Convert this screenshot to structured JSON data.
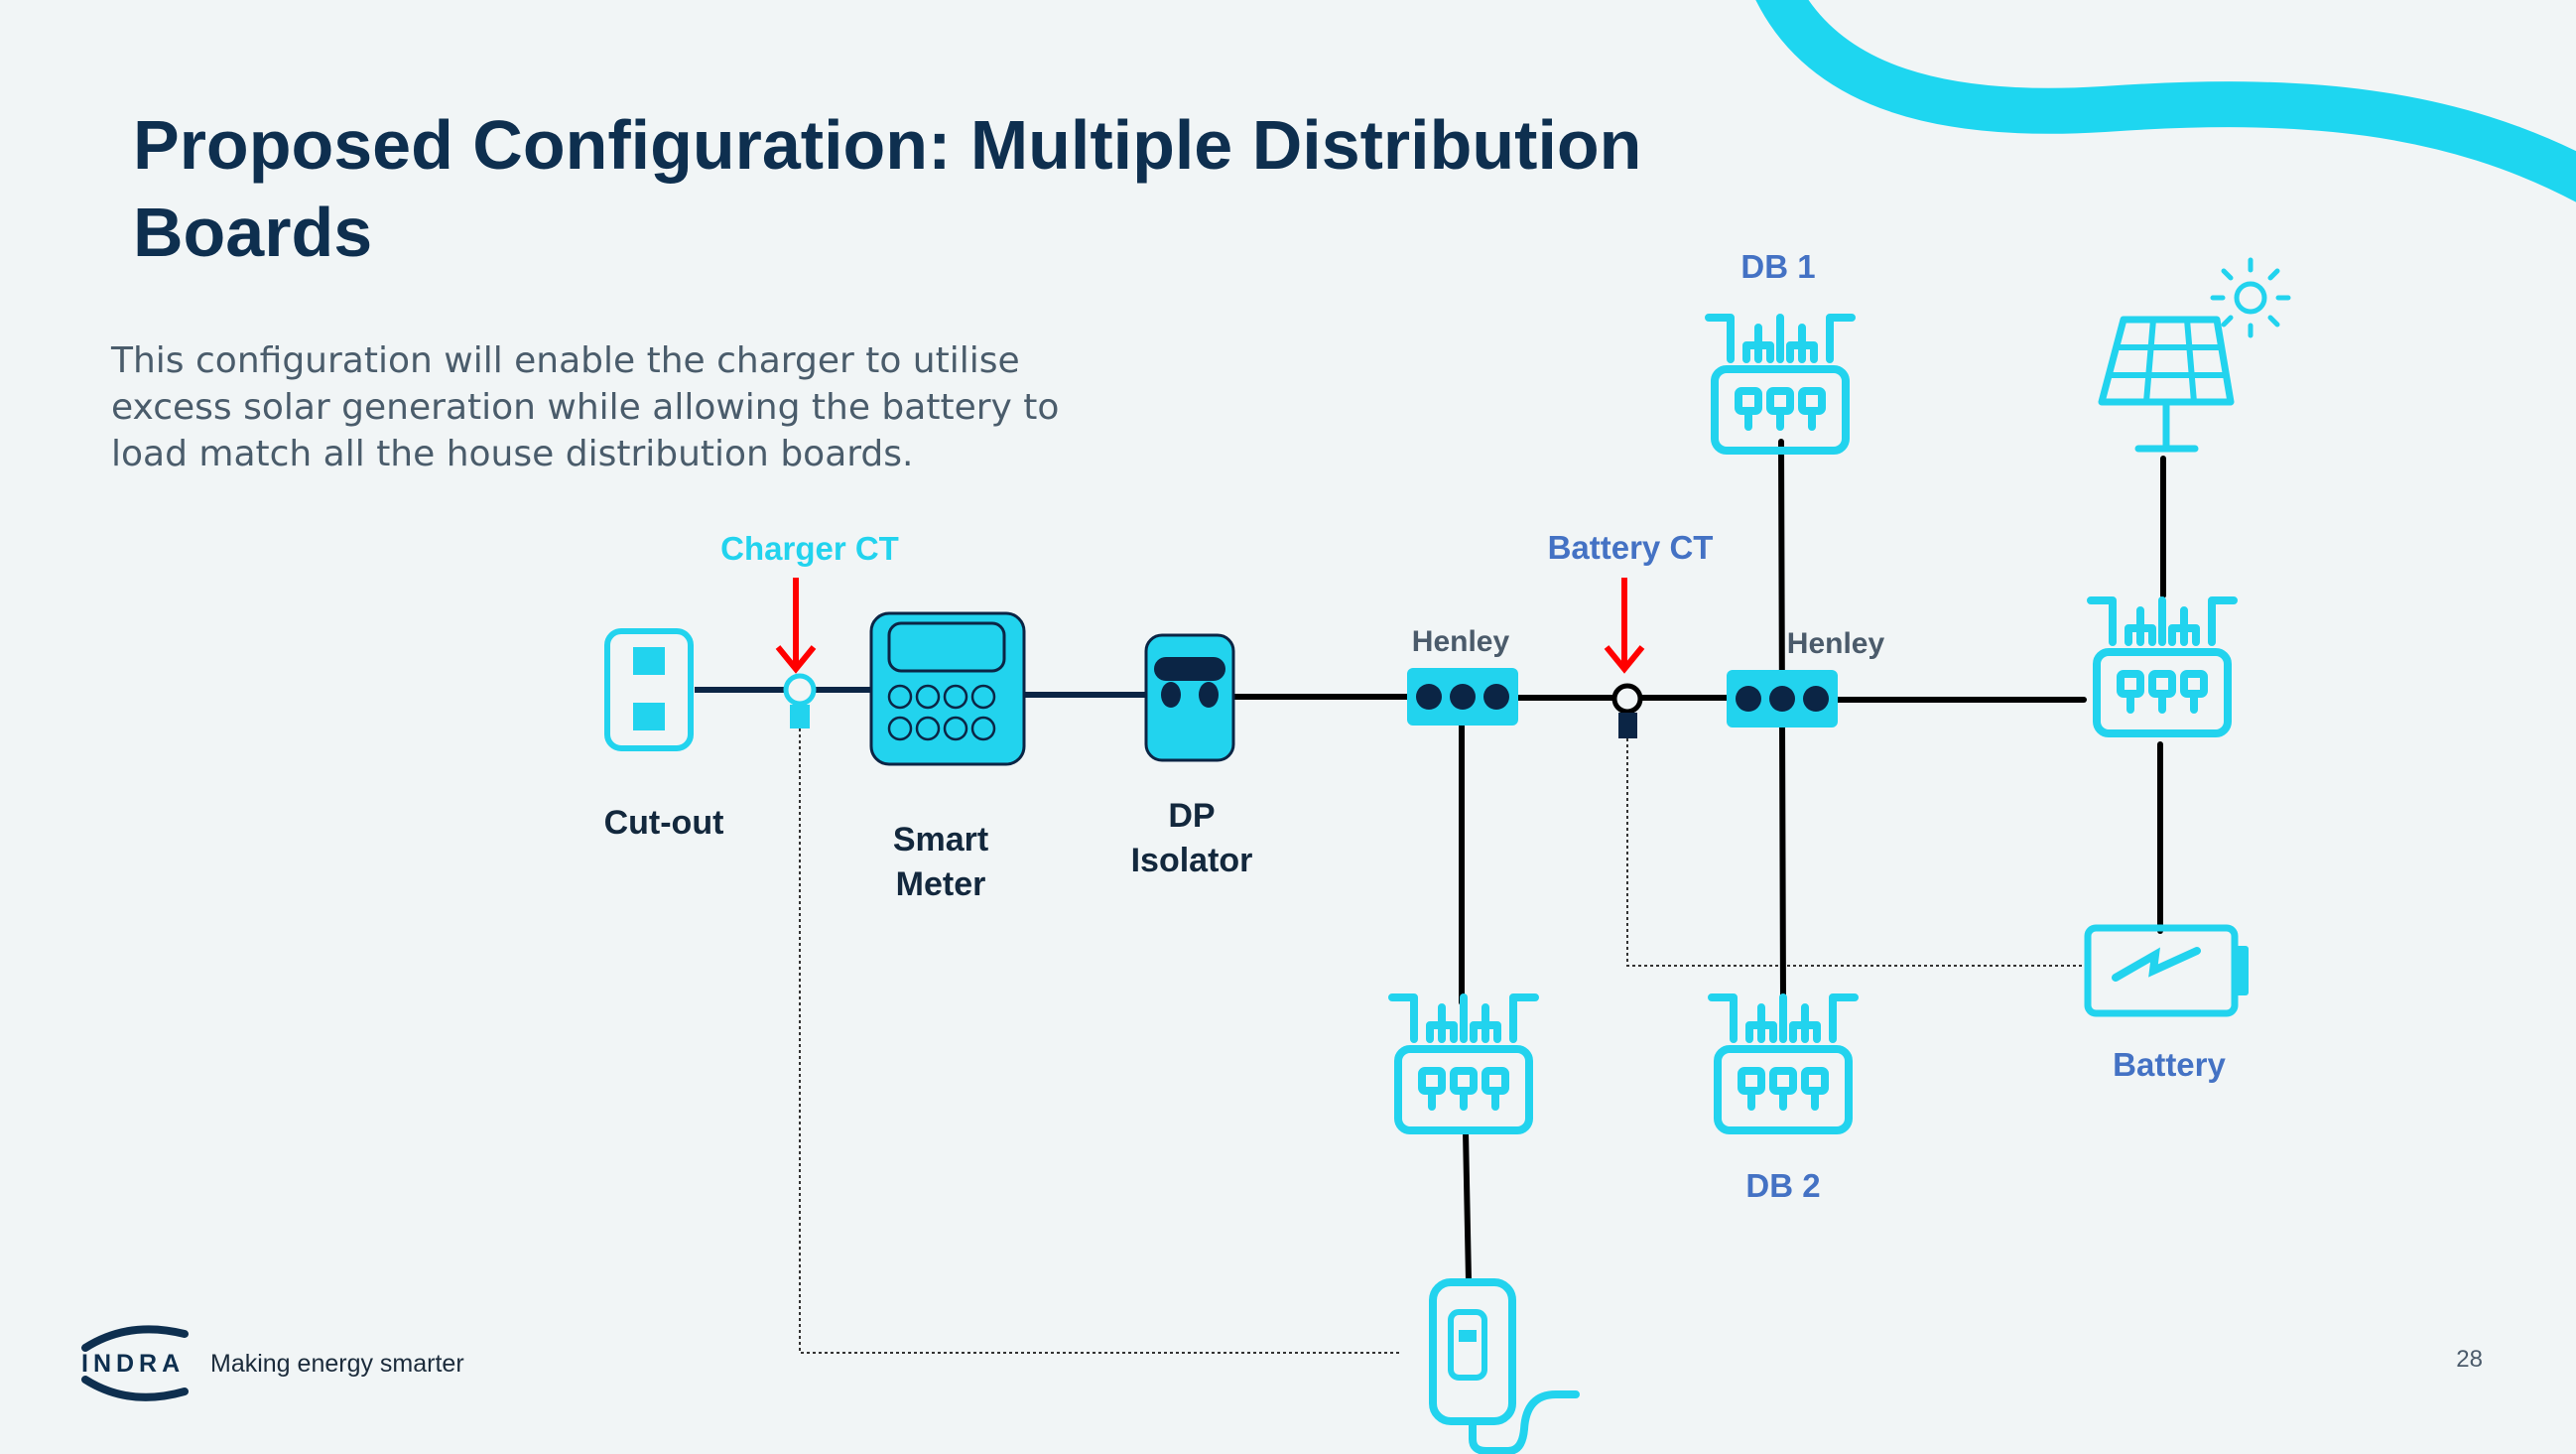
{
  "slide": {
    "title_line1": "Proposed Configuration: Multiple Distribution",
    "title_line2": "Boards",
    "body_line1": "This configuration will enable the charger to utilise",
    "body_line2": "excess solar generation while allowing the battery to",
    "body_line3": "load match all the house distribution boards.",
    "page_number": "28"
  },
  "labels": {
    "charger_ct": "Charger CT",
    "battery_ct": "Battery CT",
    "cut_out": "Cut-out",
    "smart_meter_1": "Smart",
    "smart_meter_2": "Meter",
    "dp_isolator_1": "DP",
    "dp_isolator_2": "Isolator",
    "henley_1": "Henley",
    "henley_2": "Henley",
    "db1": "DB 1",
    "db2": "DB 2",
    "battery": "Battery"
  },
  "footer": {
    "logo_text": "INDRA",
    "tagline": "Making energy smarter"
  },
  "colors": {
    "accent_cyan": "#22d3ee",
    "label_blue": "#4472c4",
    "title_navy": "#0e2f4f",
    "arrow_red": "#ff0000"
  },
  "icons": [
    "cutout-icon",
    "ct-clamp-icon",
    "smart-meter-icon",
    "dp-isolator-icon",
    "henley-block-icon",
    "distribution-board-icon",
    "solar-panel-icon",
    "sun-icon",
    "battery-icon",
    "ev-charger-icon"
  ]
}
